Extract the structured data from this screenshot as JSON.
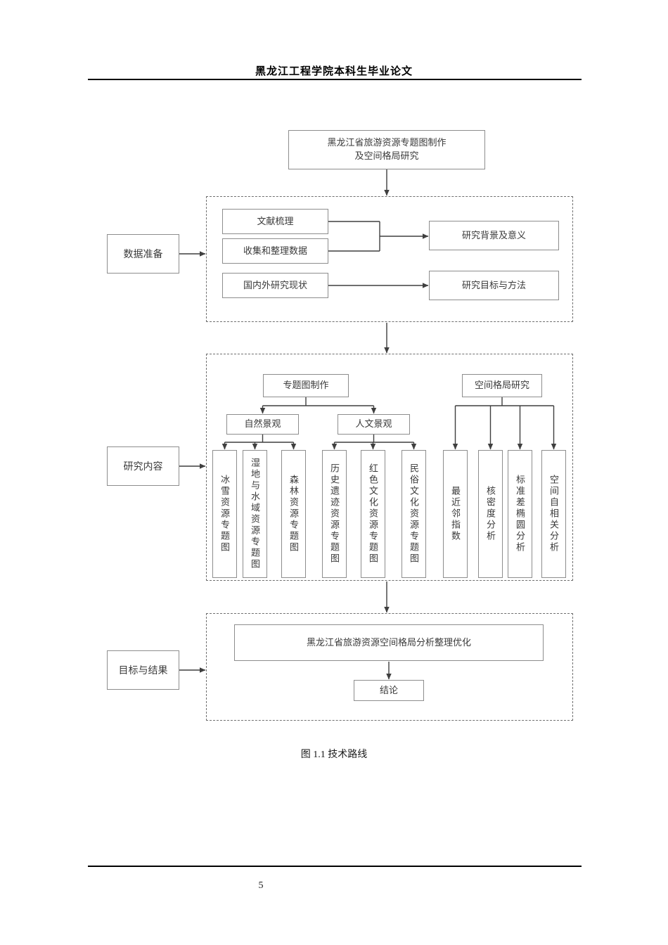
{
  "page": {
    "header_title": "黑龙江工程学院本科生毕业论文",
    "figure_caption": "图 1.1  技术路线",
    "page_number": "5"
  },
  "flowchart": {
    "title_line1": "黑龙江省旅游资源专题图制作",
    "title_line2": "及空间格局研究",
    "stage1": {
      "label": "数据准备",
      "literature_review": "文献梳理",
      "collect_data": "收集和整理数据",
      "research_status": "国内外研究现状",
      "background_significance": "研究背景及意义",
      "objectives_methods": "研究目标与方法"
    },
    "stage2": {
      "label": "研究内容",
      "thematic_map": "专题图制作",
      "spatial_pattern": "空间格局研究",
      "natural_landscape": "自然景观",
      "cultural_landscape": "人文景观",
      "items": [
        "冰雪资源专题图",
        "湿地与水域资源专题图",
        "森林资源专题图",
        "历史遗迹资源专题图",
        "红色文化资源专题图",
        "民俗文化资源专题图",
        "最近邻指数",
        "核密度分析",
        "标准差椭圆分析",
        "空间自相关分析"
      ]
    },
    "stage3": {
      "label": "目标与结果",
      "analysis": "黑龙江省旅游资源空间格局分析整理优化",
      "conclusion": "结论"
    }
  }
}
